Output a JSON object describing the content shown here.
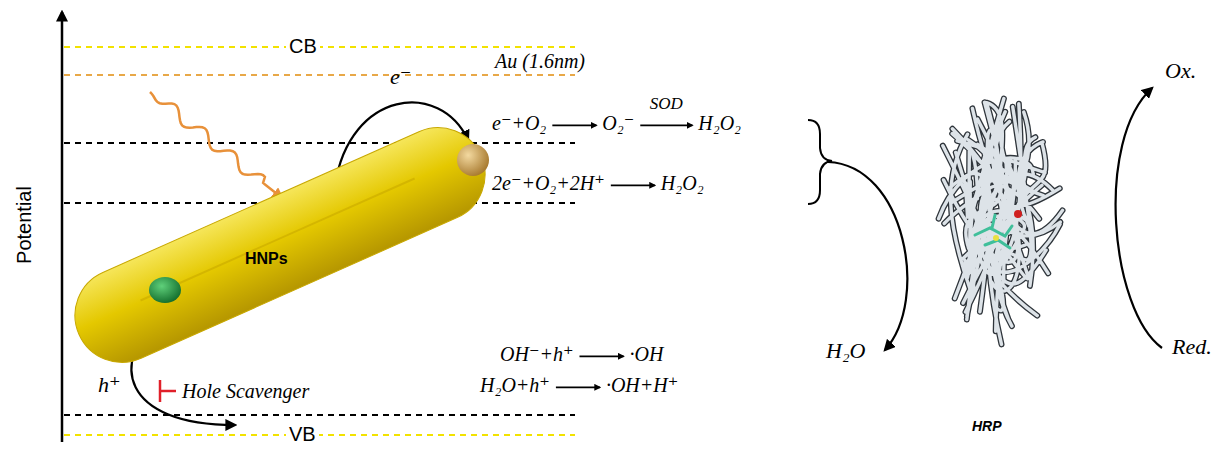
{
  "diagram": {
    "nodes": [
      {
        "text": [
          "HNPs"
        ]
      }
    ],
    "labels": [
      "Potential",
      "CB",
      "Au (1.6nm)",
      "e⁻",
      "e⁻+O₂",
      "O₂⁻",
      "SOD",
      "H₂O₂",
      "2e⁻+O₂+2H⁺",
      "H₂O₂",
      "h⁺",
      "Hole Scavenger",
      "OH⁻+h⁺",
      "·OH",
      "H₂O+h⁺",
      "·OH+H⁺",
      "VB",
      "H₂O",
      "Ox.",
      "Red.",
      "HRP"
    ]
  }
}
